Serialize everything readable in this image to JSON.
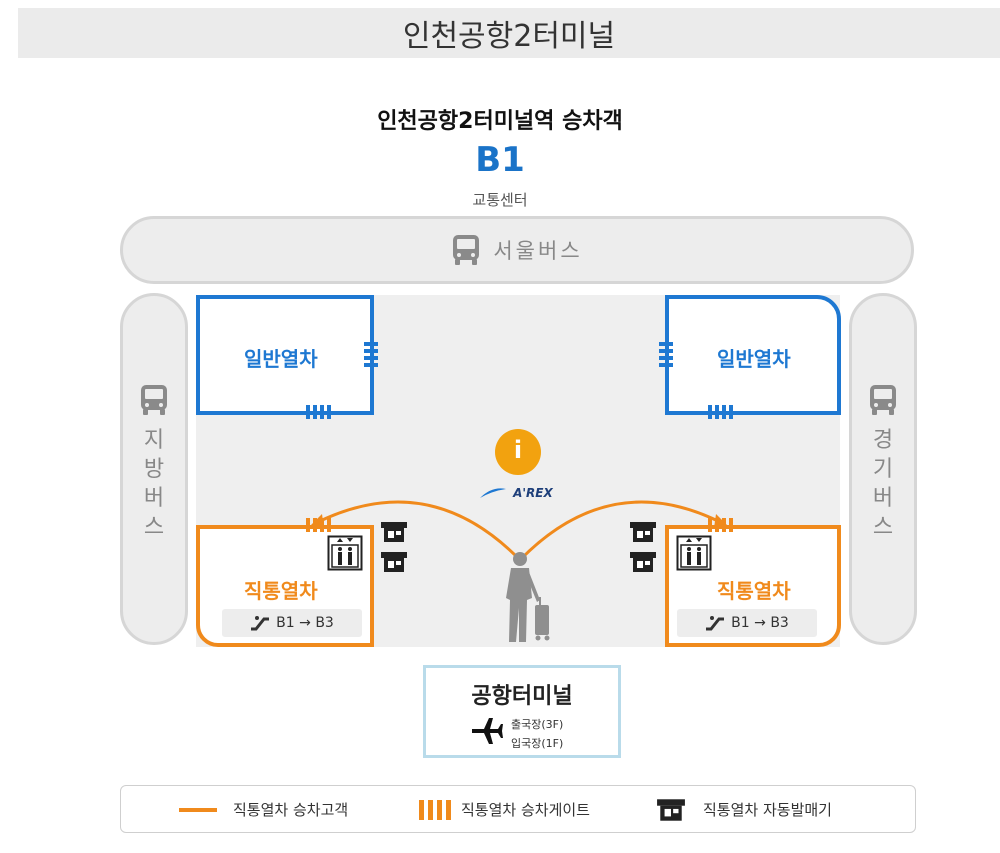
{
  "header": {
    "title": "인천공항2터미널"
  },
  "station": {
    "subtitle": "인천공항2터미널역 승차객",
    "floor": "B1",
    "area": "교통센터"
  },
  "buses": {
    "seoul": "서울버스",
    "local": [
      "지",
      "방",
      "버",
      "스"
    ],
    "gyeonggi": [
      "경",
      "기",
      "버",
      "스"
    ]
  },
  "trains": {
    "general_left": "일반열차",
    "general_right": "일반열차",
    "express_left": "직통열차",
    "express_right": "직통열차",
    "escalator_left": "B1 → B3",
    "escalator_right": "B1 → B3"
  },
  "info": {
    "symbol": "i",
    "logo": "A'REX"
  },
  "terminal": {
    "title": "공항터미널",
    "departure": "출국장(3F)",
    "arrival": "입국장(1F)"
  },
  "legend": {
    "line_label": "직통열차 승차고객",
    "gate_label": "직통열차 승차게이트",
    "ticket_label": "직통열차 자동발매기"
  },
  "colors": {
    "blue": "#1e78d2",
    "orange": "#f08a1c",
    "gray": "#888888"
  }
}
